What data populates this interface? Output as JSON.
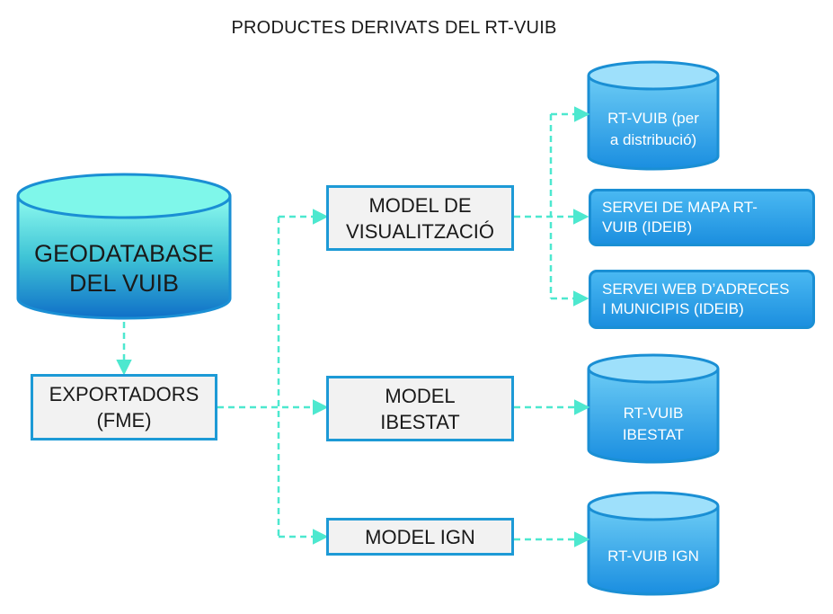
{
  "title": "PRODUCTES DERIVATS DEL RT-VUIB",
  "nodes": {
    "geodatabase": {
      "line1": "GEODATABASE",
      "line2": "DEL VUIB"
    },
    "exportadors": {
      "line1": "EXPORTADORS",
      "line2": "(FME)"
    },
    "model_visualitzacio": {
      "line1": "MODEL DE",
      "line2": "VISUALITZACIÓ"
    },
    "model_ibestat": {
      "line1": "MODEL",
      "line2": "IBESTAT"
    },
    "model_ign": {
      "label": "MODEL IGN"
    },
    "rtvuib_distribucio": {
      "line1": "RT-VUIB (per",
      "line2": "a distribució)"
    },
    "servei_mapa": {
      "line1": "SERVEI DE MAPA RT-",
      "line2": "VUIB (IDEIB)"
    },
    "servei_web": {
      "line1": "SERVEI WEB D’ADRECES",
      "line2": "I MUNICIPIS (IDEIB)"
    },
    "rtvuib_ibestat": {
      "line1": "RT-VUIB",
      "line2": "IBESTAT"
    },
    "rtvuib_ign": {
      "label": "RT-VUIB IGN"
    }
  },
  "colors": {
    "arrow": "#4de8cf",
    "box_border": "#1d9ad6",
    "box_fill": "#f2f2f2",
    "cylinder_light": "#7ff7ea",
    "cylinder_dark": "#1279cc",
    "product_blue": "#2a9fe8"
  }
}
